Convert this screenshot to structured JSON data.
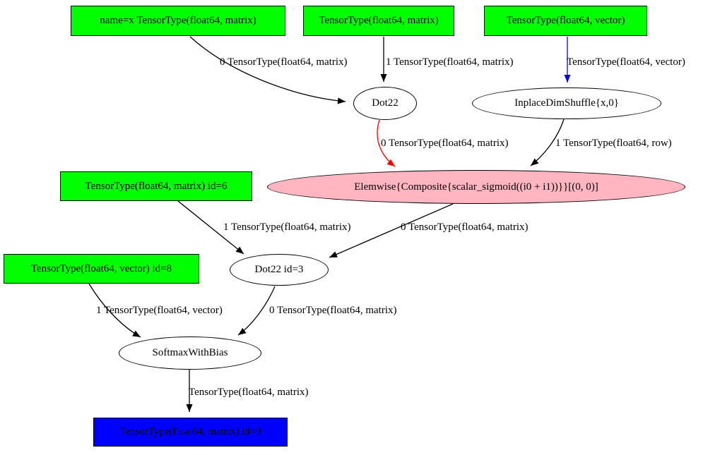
{
  "diagram": {
    "type": "computation-graph",
    "nodes": {
      "input_x": {
        "label": "name=x TensorType(float64, matrix)",
        "shape": "box",
        "fill": "#00ff00"
      },
      "input_w": {
        "label": "TensorType(float64, matrix)",
        "shape": "box",
        "fill": "#00ff00"
      },
      "input_b": {
        "label": "TensorType(float64, vector)",
        "shape": "box",
        "fill": "#00ff00"
      },
      "dot22": {
        "label": "Dot22",
        "shape": "ellipse",
        "fill": "#ffffff"
      },
      "dimshuffle": {
        "label": "InplaceDimShuffle{x,0}",
        "shape": "ellipse",
        "fill": "#ffffff"
      },
      "elemwise": {
        "label": "Elemwise{Composite{scalar_sigmoid((i0 + i1))}}[(0, 0)]",
        "shape": "ellipse",
        "fill": "#ffb6c1"
      },
      "input_id6": {
        "label": "TensorType(float64, matrix) id=6",
        "shape": "box",
        "fill": "#00ff00"
      },
      "dot22_id3": {
        "label": "Dot22 id=3",
        "shape": "ellipse",
        "fill": "#ffffff"
      },
      "input_id8": {
        "label": "TensorType(float64, vector) id=8",
        "shape": "box",
        "fill": "#00ff00"
      },
      "softmax": {
        "label": "SoftmaxWithBias",
        "shape": "ellipse",
        "fill": "#ffffff"
      },
      "output_id9": {
        "label": "TensorType(float64, matrix) id=9",
        "shape": "box",
        "fill": "#0000ff"
      }
    },
    "edges": [
      {
        "from": "input_x",
        "to": "dot22",
        "label": "0 TensorType(float64, matrix)",
        "color": "#000000"
      },
      {
        "from": "input_w",
        "to": "dot22",
        "label": "1 TensorType(float64, matrix)",
        "color": "#000000"
      },
      {
        "from": "input_b",
        "to": "dimshuffle",
        "label": "TensorType(float64, vector)",
        "color": "#0000ff"
      },
      {
        "from": "dot22",
        "to": "elemwise",
        "label": "0 TensorType(float64, matrix)",
        "color": "#ff0000"
      },
      {
        "from": "dimshuffle",
        "to": "elemwise",
        "label": "1 TensorType(float64, row)",
        "color": "#000000"
      },
      {
        "from": "input_id6",
        "to": "dot22_id3",
        "label": "1 TensorType(float64, matrix)",
        "color": "#000000"
      },
      {
        "from": "elemwise",
        "to": "dot22_id3",
        "label": "0 TensorType(float64, matrix)",
        "color": "#000000"
      },
      {
        "from": "input_id8",
        "to": "softmax",
        "label": "1 TensorType(float64, vector)",
        "color": "#000000"
      },
      {
        "from": "dot22_id3",
        "to": "softmax",
        "label": "0 TensorType(float64, matrix)",
        "color": "#000000"
      },
      {
        "from": "softmax",
        "to": "output_id9",
        "label": "TensorType(float64, matrix)",
        "color": "#000000"
      }
    ],
    "colors": {
      "input_node_fill": "#00ff00",
      "output_node_fill": "#0000ff",
      "elemwise_node_fill": "#ffb6c1",
      "default_node_fill": "#ffffff",
      "edge_default": "#000000",
      "edge_highlight_red": "#ff0000",
      "edge_highlight_blue": "#0000ff"
    }
  }
}
